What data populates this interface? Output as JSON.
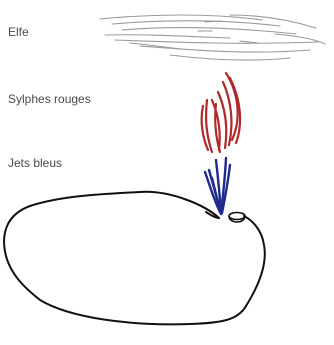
{
  "labels": {
    "elfe": "Elfe",
    "sylphes": "Sylphes rouges",
    "jets": "Jets bleus"
  },
  "colors": {
    "elfe": "#9a9a9a",
    "sylphes": "#b02a2a",
    "jets": "#1f2a8c",
    "ground": "#111111",
    "text": "#4a4a4a"
  }
}
